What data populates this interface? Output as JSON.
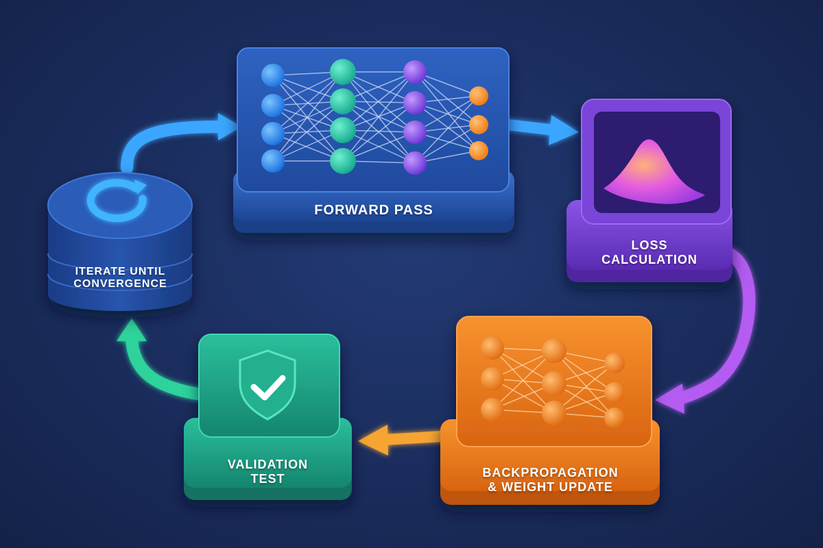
{
  "stages": {
    "forward": {
      "label": "FORWARD PASS",
      "color": "#2456b0"
    },
    "loss": {
      "label": "LOSS\nCALCULATION",
      "color": "#6a35c9"
    },
    "backprop": {
      "label": "BACKPROPAGATION\n& WEIGHT UPDATE",
      "color": "#e8731c"
    },
    "validation": {
      "label": "VALIDATION\nTEST",
      "color": "#1b9c84"
    },
    "iterate": {
      "label": "ITERATE UNTIL\nCONVERGENCE",
      "color": "#1f4a9e"
    }
  },
  "icons": {
    "forward": "neural-network-icon",
    "loss": "loss-curve-icon",
    "backprop": "neural-network-icon",
    "validation": "shield-check-icon",
    "iterate": "refresh-cycle-icon"
  }
}
